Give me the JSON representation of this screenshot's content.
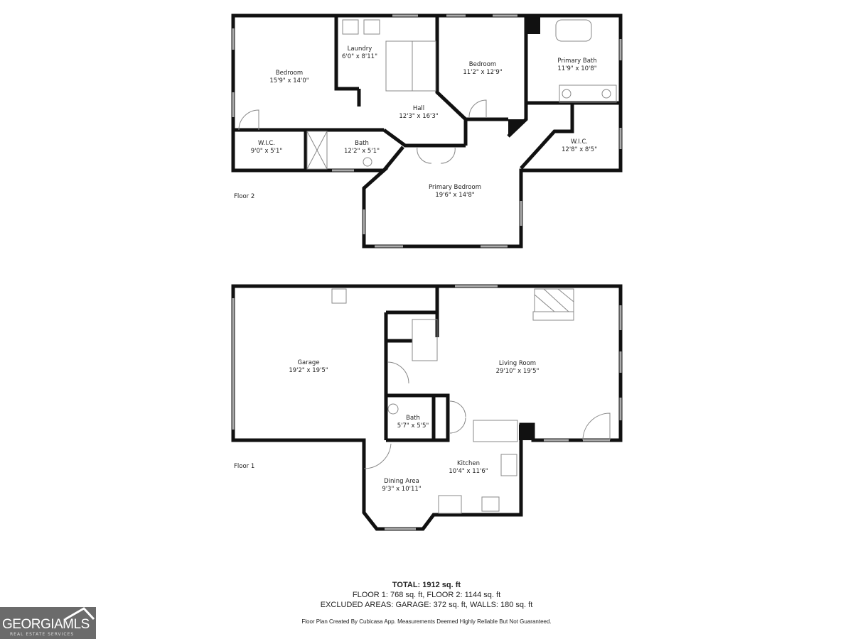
{
  "floor2": {
    "label": "Floor 2",
    "rooms": [
      {
        "name": "Bedroom",
        "size": "15'9\" x 14'0\""
      },
      {
        "name": "Laundry",
        "size": "6'0\" x 8'11\""
      },
      {
        "name": "Bedroom",
        "size": "11'2\" x 12'9\""
      },
      {
        "name": "Primary Bath",
        "size": "11'9\" x 10'8\""
      },
      {
        "name": "Hall",
        "size": "12'3\" x 16'3\""
      },
      {
        "name": "W.I.C.",
        "size": "9'0\" x 5'1\""
      },
      {
        "name": "Bath",
        "size": "12'2\" x 5'1\""
      },
      {
        "name": "W.I.C.",
        "size": "12'8\" x 8'5\""
      },
      {
        "name": "Primary Bedroom",
        "size": "19'6\" x 14'8\""
      }
    ]
  },
  "floor1": {
    "label": "Floor 1",
    "rooms": [
      {
        "name": "Garage",
        "size": "19'2\" x 19'5\""
      },
      {
        "name": "Living Room",
        "size": "29'10\" x 19'5\""
      },
      {
        "name": "Bath",
        "size": "5'7\" x 5'5\""
      },
      {
        "name": "Kitchen",
        "size": "10'4\" x 11'6\""
      },
      {
        "name": "Dining Area",
        "size": "9'3\" x 10'11\""
      }
    ]
  },
  "totals": {
    "total": "TOTAL: 1912 sq. ft",
    "floors": "FLOOR 1: 768 sq. ft, FLOOR 2: 1144 sq. ft",
    "excluded": "EXCLUDED AREAS: GARAGE: 372 sq. ft, WALLS: 180 sq. ft"
  },
  "disclaimer": "Floor Plan Created By Cubicasa App. Measurements Deemed Highly Reliable But Not Guaranteed.",
  "logo": {
    "main": "GEORGIAMLS",
    "sub": "REAL ESTATE SERVICES",
    "bg_color": "#6b6b6b"
  },
  "colors": {
    "wall": "#111111",
    "fixture": "#888888"
  }
}
